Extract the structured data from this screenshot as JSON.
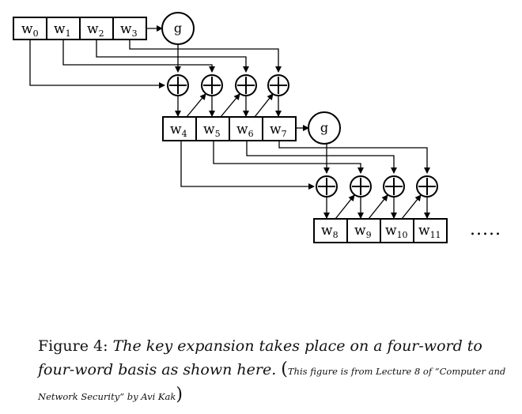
{
  "diagram": {
    "row1": [
      {
        "base": "w",
        "sub": "0"
      },
      {
        "base": "w",
        "sub": "1"
      },
      {
        "base": "w",
        "sub": "2"
      },
      {
        "base": "w",
        "sub": "3"
      }
    ],
    "row2": [
      {
        "base": "w",
        "sub": "4"
      },
      {
        "base": "w",
        "sub": "5"
      },
      {
        "base": "w",
        "sub": "6"
      },
      {
        "base": "w",
        "sub": "7"
      }
    ],
    "row3": [
      {
        "base": "w",
        "sub": "8"
      },
      {
        "base": "w",
        "sub": "9"
      },
      {
        "base": "w",
        "sub": "10"
      },
      {
        "base": "w",
        "sub": "11"
      }
    ],
    "g_label": "g",
    "continuation": "....."
  },
  "caption": {
    "label": "Figure 4:",
    "main": "The key expansion takes place on a four-word to four-word basis as shown here.",
    "paren_open": "(",
    "note": "This figure is from Lecture 8 of “Computer and Network Security” by Avi Kak",
    "paren_close": ")"
  }
}
